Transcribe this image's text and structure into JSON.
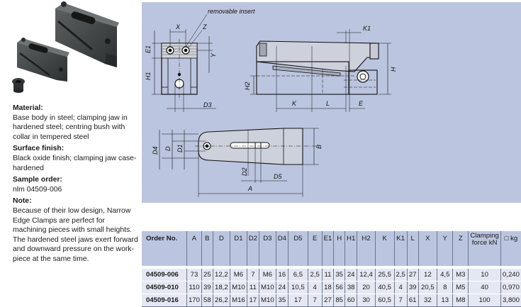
{
  "product": {
    "info": [
      {
        "heading": "Material:",
        "text": "Base body in steel; clamping jaw in hardened steel; centring bush with collar in tempered steel"
      },
      {
        "heading": "Surface finish:",
        "text": "Black oxide finish; clamping jaw case-hardened"
      },
      {
        "heading": "Sample order:",
        "text": "nlm 04509-006"
      },
      {
        "heading": "Note:",
        "text": "Because of their low design, Narrow Edge Clamps are perfect for machining pieces with small heights. The hardened steel jaws exert forward and downward pressure on the work-piece at the same time."
      }
    ]
  },
  "drawing": {
    "callout": "removable insert",
    "labels": {
      "X": "X",
      "Z": "Z",
      "E1": "E1",
      "H1": "H1",
      "Y": "Y",
      "D3": "D3",
      "K1": "K1",
      "H": "H",
      "H2": "H2",
      "K": "K",
      "L": "L",
      "E": "E",
      "D4": "D4",
      "D": "D",
      "D1": "D1",
      "D2": "D2",
      "D5": "D5",
      "A": "A",
      "B": "B"
    }
  },
  "table": {
    "headers": [
      "Order No.",
      "A",
      "B",
      "D",
      "D1",
      "D2",
      "D3",
      "D4",
      "D5",
      "E",
      "E1",
      "H",
      "H1",
      "H2",
      "K",
      "K1",
      "L",
      "X",
      "Y",
      "Z",
      "Clamping force kN",
      "kg"
    ],
    "weight_icon": "weight-icon",
    "rows": [
      [
        "04509-006",
        "73",
        "25",
        "12,2",
        "M6",
        "7",
        "M6",
        "16",
        "6,5",
        "2,5",
        "11",
        "35",
        "24",
        "12,4",
        "25,5",
        "2,5",
        "27",
        "12",
        "4,5",
        "M3",
        "10",
        "0,240"
      ],
      [
        "04509-010",
        "110",
        "39",
        "18,2",
        "M10",
        "11",
        "M10",
        "24",
        "10,5",
        "4",
        "18",
        "56",
        "38",
        "20",
        "40,5",
        "4",
        "39",
        "20,5",
        "8",
        "M5",
        "40",
        "0,970"
      ],
      [
        "04509-016",
        "170",
        "58",
        "26,2",
        "M16",
        "17",
        "M10",
        "35",
        "17",
        "7",
        "27",
        "85",
        "60",
        "30",
        "60,5",
        "7",
        "61",
        "32",
        "13",
        "M8",
        "100",
        "3,800"
      ]
    ]
  },
  "colors": {
    "panel": "#bcc5df",
    "row": "#e4e8f2",
    "border": "#6e778f"
  }
}
